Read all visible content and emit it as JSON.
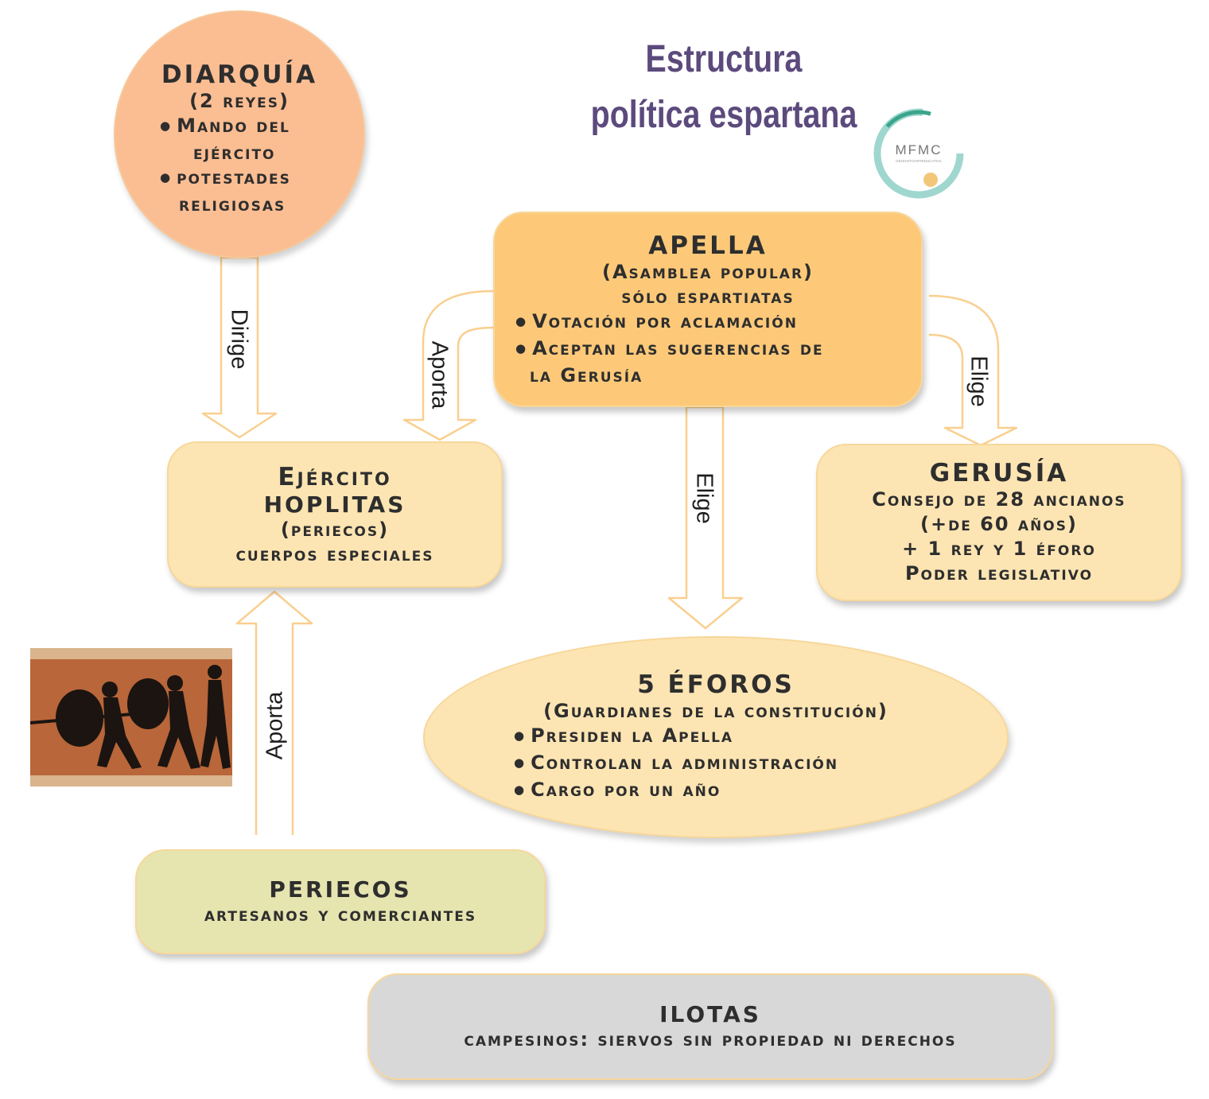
{
  "title": {
    "line1": "Estructura",
    "line2": "política espartana"
  },
  "logo": {
    "text": "MFMC",
    "subtext": "GEOHISTOARTEDUCATIVA"
  },
  "diarquia": {
    "title": "DIARQUÍA",
    "subtitle": "(2 reyes)",
    "bullet1_line1": "Mando del",
    "bullet1_line2": "ejército",
    "bullet2_line1": "potestades",
    "bullet2_line2": "religiosas"
  },
  "apella": {
    "title": "APELLA",
    "line1": "(Asamblea popular)",
    "line2": "sólo espartiatas",
    "bullet1": "Votación por aclamación",
    "bullet2_line1": "Aceptan las sugerencias de",
    "bullet2_line2": "la Gerusía"
  },
  "ejercito": {
    "title": "Ejército",
    "line1": "HOPLITAS",
    "line2": "(periecos)",
    "line3": "cuerpos especiales"
  },
  "gerusia": {
    "title": "GERUSÍA",
    "line1": "Consejo de 28 ancianos",
    "line2": "(+de 60 años)",
    "line3": "+ 1 rey y 1 éforo",
    "line4": "Poder legislativo"
  },
  "eforos": {
    "title": "5 ÉFOROS",
    "line1": "(Guardianes de la constitución)",
    "bullet1": "Presiden la Apella",
    "bullet2": "Controlan la administración",
    "bullet3": "Cargo por un año"
  },
  "periecos": {
    "title": "PERIECOS",
    "line1": "artesanos y comerciantes"
  },
  "ilotas": {
    "title": "ILOTAS",
    "line1": "campesinos: siervos sin propiedad ni derechos"
  },
  "arrows": {
    "dirige": "Dirige",
    "aporta_apella": "Aporta",
    "elige_eforos": "Elige",
    "elige_gerusia": "Elige",
    "aporta_periecos": "Aporta"
  },
  "colors": {
    "diarquia": "#fbbd92",
    "apella": "#fdc979",
    "light": "#fde5b3",
    "periecos": "#e6e5b0",
    "ilotas": "#d8d8d8",
    "arrow": "#f9cf8f",
    "title": "#5c4a7d"
  }
}
